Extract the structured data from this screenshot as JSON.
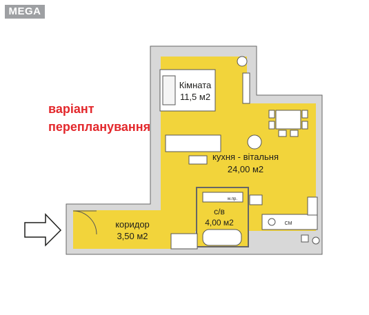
{
  "brand": {
    "logo_text": "MEGA"
  },
  "note": {
    "line1": "варіант",
    "line2": "перепланування"
  },
  "rooms": {
    "room": {
      "name": "Кімната",
      "area": "11,5 м2"
    },
    "kitchen": {
      "name": "кухня - вітальня",
      "area": "24,00 м2"
    },
    "bathroom": {
      "name": "с/в",
      "area": "4,00 м2"
    },
    "corridor": {
      "name": "коридор",
      "area": "3,50 м2"
    }
  },
  "appliances": {
    "washer": "м.пр.",
    "stove": "СМ"
  },
  "colors": {
    "floor": "#f2d43b",
    "wall": "#d8d8d8",
    "wall_stroke": "#666666",
    "note_text": "#e3282c",
    "logo_bg": "#9ea0a3"
  }
}
